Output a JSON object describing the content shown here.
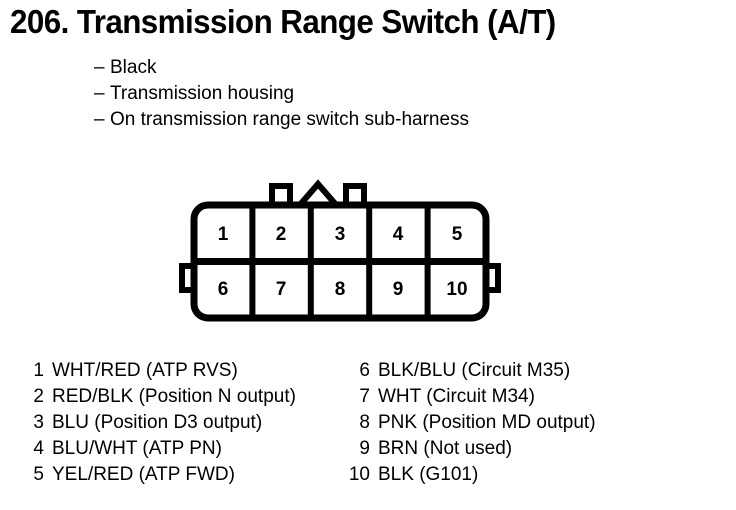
{
  "page": {
    "title": "206.  Transmission Range Switch (A/T)",
    "ink_color": "#000000",
    "background_color": "#ffffff"
  },
  "description": {
    "bullet_glyph": "–",
    "items": [
      "Black",
      "Transmission housing",
      "On transmission range switch sub-harness"
    ]
  },
  "connector": {
    "name": "transmission-range-switch-connector",
    "pin_count": 10,
    "rows": 2,
    "columns": 5,
    "top_row_pins": [
      "1",
      "2",
      "3",
      "4",
      "5"
    ],
    "bottom_row_pins": [
      "6",
      "7",
      "8",
      "9",
      "10"
    ]
  },
  "pin_legend": {
    "left_column": [
      {
        "pin": "1",
        "description": "WHT/RED (ATP RVS)"
      },
      {
        "pin": "2",
        "description": "RED/BLK (Position N output)"
      },
      {
        "pin": "3",
        "description": "BLU (Position D3 output)"
      },
      {
        "pin": "4",
        "description": "BLU/WHT (ATP PN)"
      },
      {
        "pin": "5",
        "description": "YEL/RED (ATP FWD)"
      }
    ],
    "right_column": [
      {
        "pin": "6",
        "description": "BLK/BLU (Circuit M35)"
      },
      {
        "pin": "7",
        "description": "WHT (Circuit M34)"
      },
      {
        "pin": "8",
        "description": "PNK (Position MD output)"
      },
      {
        "pin": "9",
        "description": "BRN (Not used)"
      },
      {
        "pin": "10",
        "description": "BLK (G101)"
      }
    ]
  }
}
